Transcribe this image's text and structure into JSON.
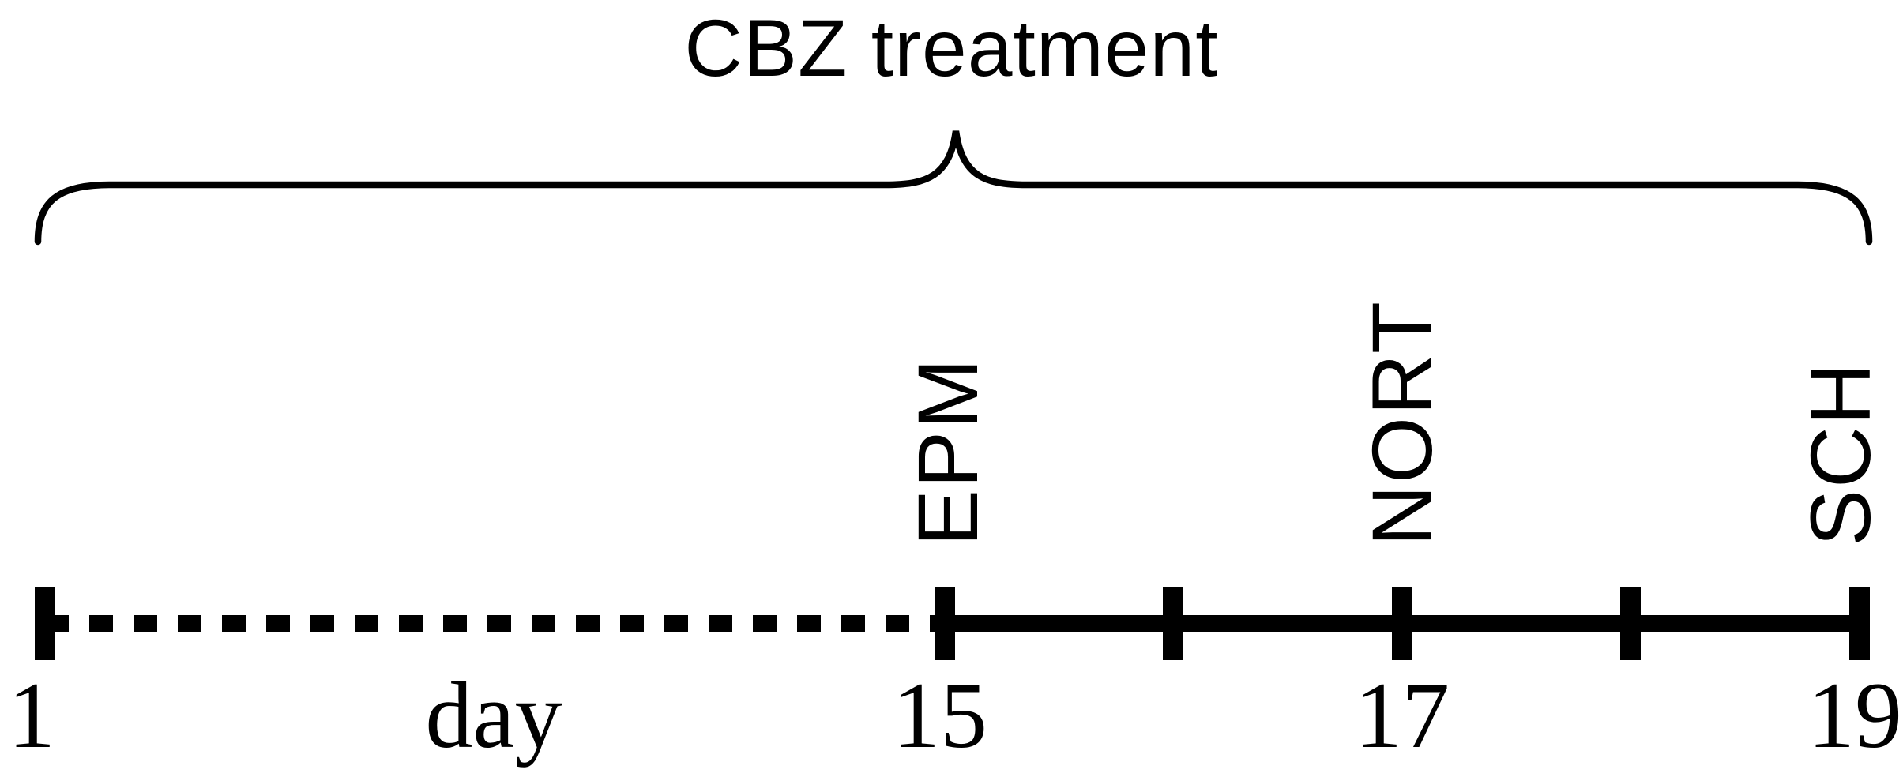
{
  "figure": {
    "title": "CBZ treatment",
    "brace": {
      "meaning": "span of CBZ treatment over the whole timeline",
      "span_days": [
        1,
        19
      ]
    },
    "events": [
      {
        "label": "EPM",
        "day": 15
      },
      {
        "label": "NORT",
        "day": 17
      },
      {
        "label": "SCH",
        "day": 19
      }
    ],
    "timeline": {
      "axis_label": "day",
      "segments": [
        {
          "from_day": 1,
          "to_day": 15,
          "style": "dashed"
        },
        {
          "from_day": 15,
          "to_day": 19,
          "style": "solid"
        }
      ],
      "tick_days": [
        1,
        15,
        16,
        17,
        18,
        19
      ],
      "tick_labels": {
        "d1": "1",
        "d15": "15",
        "d17": "17",
        "d19": "19"
      }
    },
    "colors": {
      "ink": "#000000",
      "background": "#ffffff"
    }
  }
}
